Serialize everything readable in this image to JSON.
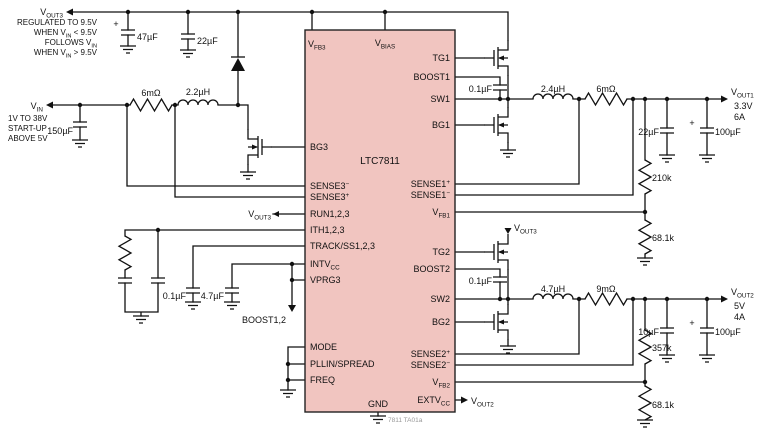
{
  "ic": {
    "name": "LTC7811",
    "pins": {
      "vfb3": "V_{FB3}",
      "vbias": "V_{BIAS}",
      "bg3": "BG3",
      "sense3m": "SENSE3^{−}",
      "sense3p": "SENSE3^{+}",
      "run": "RUN1,2,3",
      "ith": "ITH1,2,3",
      "track": "TRACK/SS1,2,3",
      "intvcc": "INTV_{CC}",
      "vprg3": "VPRG3",
      "mode": "MODE",
      "pllin": "PLLIN/SPREAD",
      "freq": "FREQ",
      "gnd": "GND",
      "extvcc": "EXTV_{CC}",
      "tg1": "TG1",
      "boost1": "BOOST1",
      "sw1": "SW1",
      "bg1": "BG1",
      "sense1p": "SENSE1^{+}",
      "sense1m": "SENSE1^{−}",
      "vfb1": "V_{FB1}",
      "tg2": "TG2",
      "boost2": "BOOST2",
      "sw2": "SW2",
      "bg2": "BG2",
      "sense2p": "SENSE2^{+}",
      "sense2m": "SENSE2^{−}",
      "vfb2": "V_{FB2}"
    }
  },
  "notes": {
    "vout3": {
      "title": "V_{OUT3}",
      "lines": [
        "REGULATED TO 9.5V",
        "WHEN V_{IN} < 9.5V",
        "FOLLOWS V_{IN}",
        "WHEN V_{IN} > 9.5V"
      ]
    },
    "vin": {
      "title": "V_{IN}",
      "lines": [
        "1V TO 38V",
        "START-UP",
        "ABOVE 5V"
      ]
    }
  },
  "nets": {
    "vout3_run": "V_{OUT3}",
    "vout3_tg2": "V_{OUT3}",
    "boost12": "BOOST1,2",
    "vout2_extvcc": "V_{OUT2}"
  },
  "outputs": {
    "vout1": {
      "name": "V_{OUT1}",
      "voltage": "3.3V",
      "current": "6A"
    },
    "vout2": {
      "name": "V_{OUT2}",
      "voltage": "5V",
      "current": "4A"
    }
  },
  "components": {
    "plus": "+",
    "c_47u": "47µF",
    "c_22u_in": "22µF",
    "c_150u": "150µF",
    "r_sense3": "6mΩ",
    "l_boost": "2.2µH",
    "c_ss": "0.1µF",
    "c_intvcc": "4.7µF",
    "c_boost1": "0.1µF",
    "l1": "2.4µH",
    "r_sense1": "6mΩ",
    "c_out1a": "22µF",
    "c_out1b": "100µF",
    "r_fb1_top": "210k",
    "r_fb1_bot": "68.1k",
    "c_boost2": "0.1µF",
    "l2": "4.7µH",
    "r_sense2": "9mΩ",
    "c_out2a": "10µF",
    "c_out2b": "100µF",
    "r_fb2_top": "357k",
    "r_fb2_bot": "68.1k",
    "footer": "7811 TA01a"
  },
  "colors": {
    "ic_fill": "#f1c5c0",
    "ic_stroke": "#222222",
    "wire": "#111111",
    "text": "#111111"
  }
}
